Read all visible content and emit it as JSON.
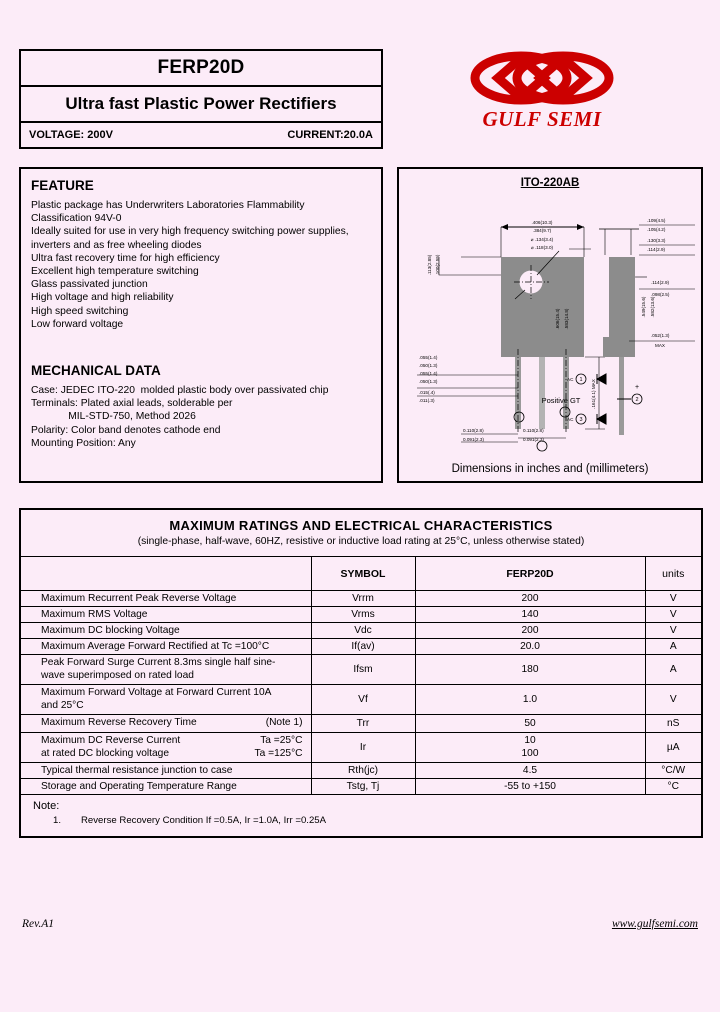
{
  "header": {
    "part_number": "FERP20D",
    "product_title": "Ultra fast Plastic Power Rectifiers",
    "voltage": "VOLTAGE: 200V",
    "current": "CURRENT:20.0A"
  },
  "logo": {
    "company_name": "GULF SEMI",
    "brand_color": "#cc0000"
  },
  "feature": {
    "heading": "FEATURE",
    "items": [
      "Plastic package has Underwriters Laboratories Flammability",
      "Classification 94V-0",
      "Ideally suited for use in very high frequency switching power supplies,",
      "inverters and as free wheeling diodes",
      "Ultra fast recovery time for high efficiency",
      "Excellent high temperature switching",
      "Glass passivated junction",
      "High voltage and high reliability",
      "High speed switching",
      "Low forward voltage"
    ]
  },
  "mechanical": {
    "heading": "MECHANICAL DATA",
    "items": [
      "Case: JEDEC ITO-220  molded plastic body over passivated chip",
      "Terminals: Plated axial leads, solderable per",
      "             MIL-STD-750, Method 2026",
      "Polarity: Color band denotes cathode end",
      "Mounting Position: Any"
    ]
  },
  "package": {
    "title": "ITO-220AB",
    "caption": "Dimensions in inches and (millimeters)",
    "polarity_note": "Positive  GT",
    "pin_labels": [
      "AC",
      "AC"
    ],
    "pin_numbers": [
      "1",
      "2",
      "3"
    ],
    "plus_sign": "+",
    "dimensions": {
      "top_width_1": ".406(10.3)",
      "top_width_2": ".384(9.7)",
      "hole_1": "⌀ .134(3.4)",
      "hole_2": "⌀ .118(3.0)",
      "left_vert_1": ".113(2.85)",
      "left_vert_2": ".100(2.55)",
      "body_height_1": ".606(15.4)",
      "body_height_2": ".583(14.8)",
      "right_thick_1": ".109(4.5)",
      "right_thick_2": ".105(4.2)",
      "right_thick_3": ".130(3.3)",
      "right_thick_4": ".114(2.9)",
      "right_tab_1": ".114(2.9)",
      "right_tab_2": ".098(2.5)",
      "right_lead": ".052(1.3)",
      "right_lead_max": "MAX",
      "lead_w_1": ".055(1.4)",
      "lead_w_2": ".050(1.3)",
      "lead_w_3": ".055(1.4)",
      "lead_w_4": ".050(1.3)",
      "lead_t_1": ".015(.4)",
      "lead_t_2": ".011(.3)",
      "lead_len_1": "0.110(2.8)",
      "lead_len_2": "0.091(2.3)",
      "lead_sp_1": "0.110(2.8)",
      "lead_sp_2": "0.091(2.3)",
      "overall_len": ".161(4.1) MAX",
      "side_h_1": ".549(15.6)",
      "side_h_2": ".582(13.6)"
    }
  },
  "ratings": {
    "title": "MAXIMUM  RATINGS  AND  ELECTRICAL  CHARACTERISTICS",
    "subtitle": "(single-phase, half-wave, 60HZ, resistive or inductive load rating at 25°C, unless otherwise stated)",
    "columns": {
      "parameter": "",
      "symbol": "SYMBOL",
      "value": "FERP20D",
      "units": "units"
    },
    "rows": [
      {
        "parameter": "Maximum Recurrent Peak Reverse Voltage",
        "symbol": "Vrrm",
        "value": "200",
        "units": "V"
      },
      {
        "parameter": "Maximum RMS Voltage",
        "symbol": "Vrms",
        "value": "140",
        "units": "V"
      },
      {
        "parameter": "Maximum DC blocking Voltage",
        "symbol": "Vdc",
        "value": "200",
        "units": "V"
      },
      {
        "parameter": "Maximum Average Forward Rectified at Tc =100°C",
        "symbol": "If(av)",
        "value": "20.0",
        "units": "A"
      },
      {
        "parameter": "Peak Forward Surge Current 8.3ms single half sine-\nwave superimposed on rated load",
        "symbol": "Ifsm",
        "value": "180",
        "units": "A"
      },
      {
        "parameter": "Maximum  Forward  Voltage at Forward Current 10A\nand 25°C",
        "symbol": "Vf",
        "value": "1.0",
        "units": "V"
      },
      {
        "parameter": "Maximum Reverse Recovery Time",
        "parameter_tail": "(Note 1)",
        "symbol": "Trr",
        "value": "50",
        "units": "nS"
      },
      {
        "parameter": "Maximum DC Reverse Current\nat rated DC blocking voltage",
        "parameter_tail": "Ta =25°C\nTa =125°C",
        "symbol": "Ir",
        "value": "10\n100",
        "units": "µA"
      },
      {
        "parameter": "Typical thermal resistance junction to case",
        "symbol": "Rth(jc)",
        "value": "4.5",
        "units": "°C/W"
      },
      {
        "parameter": "Storage and Operating Temperature Range",
        "symbol": "Tstg, Tj",
        "value": "-55 to +150",
        "units": "°C"
      }
    ]
  },
  "note": {
    "label": "Note:",
    "number": "1.",
    "text": "Reverse Recovery Condition If =0.5A, Ir =1.0A, Irr =0.25A"
  },
  "footer": {
    "revision": "Rev.A1",
    "url": "www.gulfsemi.com"
  }
}
